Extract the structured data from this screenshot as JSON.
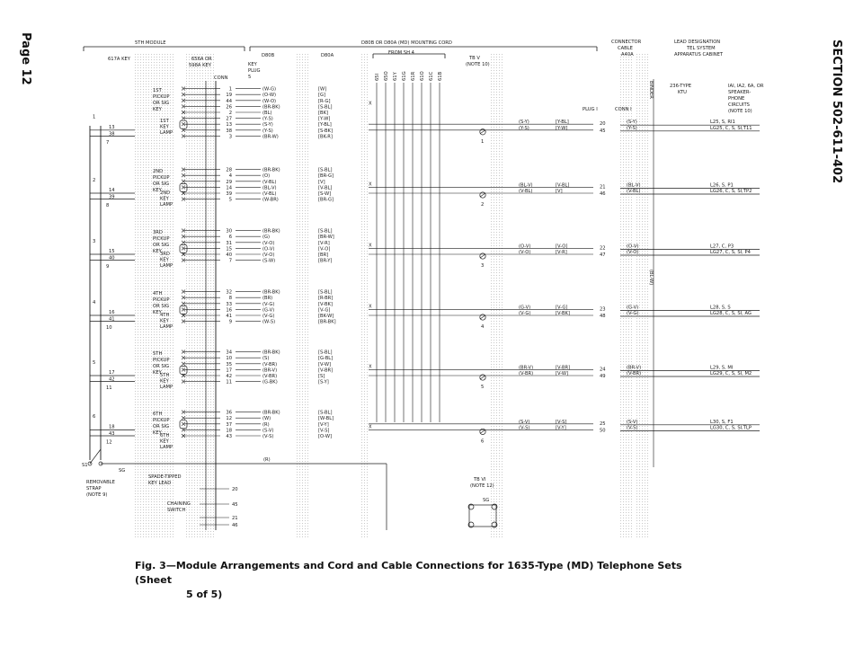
{
  "page": {
    "label": "Page 12",
    "section": "SECTION 502-611-402"
  },
  "caption": {
    "line1": "Fig. 3—Module Arrangements and Cord and Cable Connections for 1635-Type (MD) Telephone Sets (Sheet",
    "line2": "5 of 5)"
  },
  "headers": {
    "fifth_module": "5TH MODULE",
    "key617": "617A KEY",
    "key656a": "656A OR",
    "key656b": "598A KEY",
    "conn": "CONN",
    "cord_title": "D80B OR D80A (MD) MOUNTING CORD",
    "d80b": "D80B",
    "d80a": "D80A",
    "keyplug1": "KEY",
    "keyplug2": "PLUG",
    "keyplug3": "5",
    "from_sh4": "FROM SH 4",
    "tb_v": "TB V",
    "note10": "(NOTE 10)",
    "connector1": "CONNECTOR",
    "connector2": "CABLE",
    "connector3": "A40A",
    "lead1": "LEAD DESIGNATION",
    "lead2": "TEL SYSTEM",
    "lead3": "APPARATUS CABINET",
    "plug1": "PLUG I",
    "conn1": "CONN I",
    "binder": "BINDER",
    "blw": "(BL-W)",
    "ktu1": "236-TYPE",
    "ktu2": "KTU",
    "circ1": "IAI, IA2, 6A, OR",
    "circ2": "SPEAKER-",
    "circ3": "PHONE",
    "circ4": "CIRCUITS",
    "circ5": "(NOTE 10)"
  },
  "from_sh4_pins": [
    "65I",
    "65O",
    "61Y",
    "61G",
    "61R",
    "61O",
    "61C",
    "61B"
  ],
  "modules": [
    {
      "pickup": [
        "1ST",
        "PICKUP",
        "OR SIG",
        "KEY"
      ],
      "key": [
        "1ST",
        "KEY",
        "LAMP"
      ],
      "num": "1",
      "pins": [
        "1",
        "19",
        "44",
        "26",
        "2",
        "27",
        "13",
        "38",
        "3"
      ],
      "d80b": [
        "(W-G)",
        "(O-W)",
        "(W-O)",
        "(BR-BK)",
        "(BL)",
        "(Y-S)",
        "(S-Y)",
        "(Y-S)",
        "(BR-W)"
      ],
      "d80a": [
        "[W]",
        "[G]",
        "[R-G]",
        "[S-BL]",
        "[BK]",
        "[Y-W]",
        "[Y-BL]",
        "[S-BK]",
        "[BK-R]"
      ],
      "k13": "13",
      "k38": "38",
      "sub": "7",
      "sw": "1",
      "mid": [
        "(S-Y)",
        "(Y-S)"
      ],
      "mid2": [
        "[Y-BL]",
        "[Y-W]"
      ],
      "plug": [
        "20",
        "45"
      ],
      "cable": [
        "(S-Y)",
        "(Y-S)"
      ],
      "lead": [
        "L25, S, RI1",
        "LG25, C, S, SI,T11"
      ]
    },
    {
      "pickup": [
        "2ND",
        "PICKUP",
        "OR SIG",
        "KEY"
      ],
      "key": [
        "2ND",
        "KEY",
        "LAMP"
      ],
      "num": "2",
      "pins": [
        "28",
        "4",
        "29",
        "14",
        "39",
        "5"
      ],
      "d80b": [
        "(BR-BK)",
        "(O)",
        "(V-BL)",
        "(BL-V)",
        "(V-BL)",
        "(W-BR)"
      ],
      "d80a": [
        "[S-BL]",
        "[BR-G]",
        "[V]",
        "[V-BL]",
        "[S-W]",
        "[BR-G]"
      ],
      "k13": "14",
      "k38": "39",
      "sub": "8",
      "sw": "2",
      "mid": [
        "(BL-V)",
        "(V-BL)"
      ],
      "mid2": [
        "[V-BL]",
        "[V]"
      ],
      "plug": [
        "21",
        "46"
      ],
      "cable": [
        "(BL-V)",
        "(V-BL)"
      ],
      "lead": [
        "L26, S, P1",
        "LG26, C, S, SI,TP2"
      ]
    },
    {
      "pickup": [
        "3RD",
        "PICKUP",
        "OR SIG",
        "KEY"
      ],
      "key": [
        "3RD",
        "KEY",
        "LAMP"
      ],
      "num": "3",
      "pins": [
        "30",
        "6",
        "31",
        "15",
        "40",
        "7"
      ],
      "d80b": [
        "(BR-BK)",
        "(G)",
        "(V-O)",
        "(O-V)",
        "(V-O)",
        "(S-W)"
      ],
      "d80a": [
        "[S-BL]",
        "[BR-W]",
        "[V-R]",
        "[V-O]",
        "[BR]",
        "[BR-Y]"
      ],
      "k13": "15",
      "k38": "40",
      "sub": "9",
      "sw": "3",
      "mid": [
        "(O-V)",
        "(V-O)"
      ],
      "mid2": [
        "[V-O]",
        "[V-R]"
      ],
      "plug": [
        "22",
        "47"
      ],
      "cable": [
        "(O-V)",
        "(V-O)"
      ],
      "lead": [
        "L27, C, P3",
        "LG27, C, S, SI, P4"
      ]
    },
    {
      "pickup": [
        "4TH",
        "PICKUP",
        "OR SIG",
        "KEY"
      ],
      "key": [
        "4TH",
        "KEY",
        "LAMP"
      ],
      "num": "4",
      "pins": [
        "32",
        "8",
        "33",
        "16",
        "41",
        "9"
      ],
      "d80b": [
        "(BR-BK)",
        "(BR)",
        "(V-G)",
        "(G-V)",
        "(V-G)",
        "(W-S)"
      ],
      "d80a": [
        "[S-BL]",
        "[R-BR]",
        "[V-BK]",
        "[V-G]",
        "[BK-W]",
        "[BR-BK]"
      ],
      "k13": "16",
      "k38": "41",
      "sub": "10",
      "sw": "4",
      "mid": [
        "(G-V)",
        "(V-G)"
      ],
      "mid2": [
        "[V-G]",
        "[V-BK]"
      ],
      "plug": [
        "23",
        "48"
      ],
      "cable": [
        "(G-V)",
        "(V-G)"
      ],
      "lead": [
        "L28, S, S",
        "LG28, C, S, SI, AG"
      ]
    },
    {
      "pickup": [
        "5TH",
        "PICKUP",
        "OR SIG",
        "KEY"
      ],
      "key": [
        "5TH",
        "KEY",
        "LAMP"
      ],
      "num": "5",
      "pins": [
        "34",
        "10",
        "35",
        "17",
        "42",
        "11"
      ],
      "d80b": [
        "(BR-BK)",
        "(S)",
        "(V-BR)",
        "(BR-V)",
        "(V-BR)",
        "(G-BK)"
      ],
      "d80a": [
        "[S-BL]",
        "[G-BL]",
        "[V-W]",
        "[V-BR]",
        "[S]",
        "[S-Y]"
      ],
      "k13": "17",
      "k38": "42",
      "sub": "11",
      "sw": "5",
      "mid": [
        "(BR-V)",
        "(V-BR)"
      ],
      "mid2": [
        "[V-BR]",
        "[V-W]"
      ],
      "plug": [
        "24",
        "49"
      ],
      "cable": [
        "(BR-V)",
        "(V-BR)"
      ],
      "lead": [
        "L29, S, MI",
        "LG29, C, S, SI, M2"
      ]
    },
    {
      "pickup": [
        "6TH",
        "PICKUP",
        "OR SIG",
        "KEY"
      ],
      "key": [
        "6TH",
        "KEY",
        "LAMP"
      ],
      "num": "6",
      "pins": [
        "36",
        "12",
        "37",
        "18",
        "43"
      ],
      "d80b": [
        "(BR-BK)",
        "(W)",
        "(R)",
        "(S-V)",
        "(V-S)"
      ],
      "d80a": [
        "[S-BL]",
        "[W-BL]",
        "[V-Y]",
        "[V-S]",
        "[O-W]"
      ],
      "k13": "18",
      "k38": "43",
      "sub": "12",
      "sw": "6",
      "mid": [
        "(S-V)",
        "(V-S)"
      ],
      "mid2": [
        "[V-S]",
        "[V-Y]"
      ],
      "plug": [
        "25",
        "50"
      ],
      "cable": [
        "(S-V)",
        "(V-S)"
      ],
      "lead": [
        "L30, S, F1",
        "LG30, C, S, SI,TLP"
      ]
    }
  ],
  "bottom": {
    "s1": "S1",
    "sg": "SG",
    "strap": [
      "REMOVABLE",
      "STRAP",
      "(NOTE 9)"
    ],
    "spade": [
      "SPADE-TIPPED",
      "KEY LEAD"
    ],
    "r": "(R)",
    "chaining": [
      "CHAINING",
      "SWITCH"
    ],
    "chain_pins": [
      "20",
      "45",
      "21",
      "46"
    ],
    "tb_vi": "TB VI",
    "note12": "(NOTE 12)",
    "sg2": "SG"
  },
  "colors": {
    "ink": "#1a1a1a",
    "paper": "#ffffff",
    "stipple": "#d6d6d6"
  }
}
